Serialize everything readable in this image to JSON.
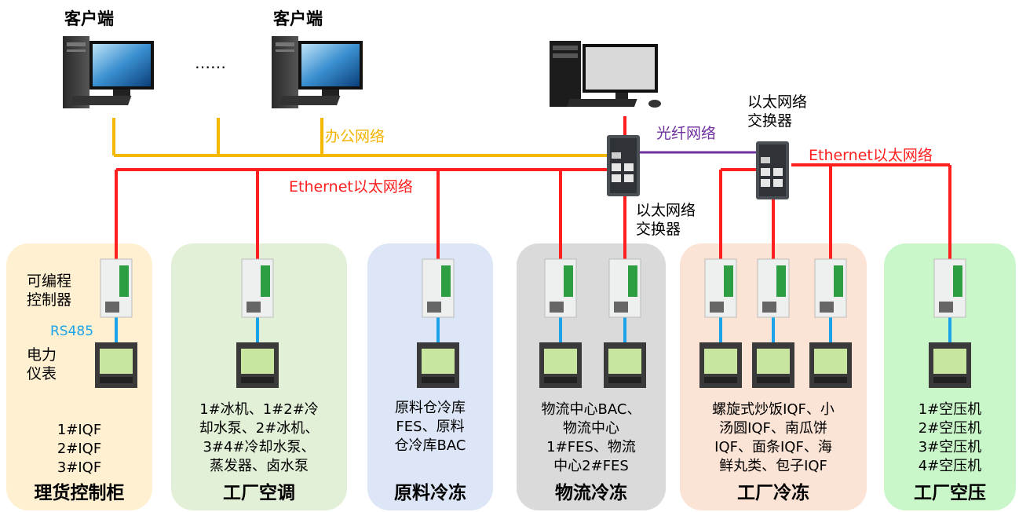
{
  "clients": {
    "label_left": "客户端",
    "label_right": "客户端",
    "ellipsis": "……"
  },
  "networks": {
    "office": "办公网络",
    "fiber": "光纤网络",
    "ethernet_center": "Ethernet以太网络",
    "ethernet_right": "Ethernet以太网络",
    "switch_right": "以太网络\n交换器",
    "switch_center": "以太网络\n交换器"
  },
  "legend": {
    "plc": "可编程\n控制器",
    "rs485": "RS485",
    "meter": "电力\n仪表"
  },
  "colors": {
    "ethernet": "#ff1f1f",
    "office": "#f5b800",
    "fiber": "#7030a0",
    "rs485": "#1aa3e8"
  },
  "zones": [
    {
      "title": "理货控制柜",
      "desc": "1#IQF\n2#IQF\n3#IQF",
      "color": "#fff0d2"
    },
    {
      "title": "工厂空调",
      "desc": "1#冰机、1#2#冷\n却水泵、2#冰机、\n3#4#冷却水泵、\n蒸发器、卤水泵",
      "color": "#e3f0d8"
    },
    {
      "title": "原料冷冻",
      "desc": "原料仓冷库\nFES、原料\n仓冷库BAC",
      "color": "#dde6f6"
    },
    {
      "title": "物流冷冻",
      "desc": "物流中心BAC、\n物流中心\n1#FES、物流\n中心2#FES",
      "color": "#dadada"
    },
    {
      "title": "工厂冷冻",
      "desc": "螺旋式炒饭IQF、小\n汤圆IQF、南瓜饼\nIQF、面条IQF、海\n鲜丸类、包子IQF",
      "color": "#fbe3d5"
    },
    {
      "title": "工厂空压",
      "desc": "1#空压机\n2#空压机\n3#空压机\n4#空压机",
      "color": "#c9f7c9"
    }
  ]
}
